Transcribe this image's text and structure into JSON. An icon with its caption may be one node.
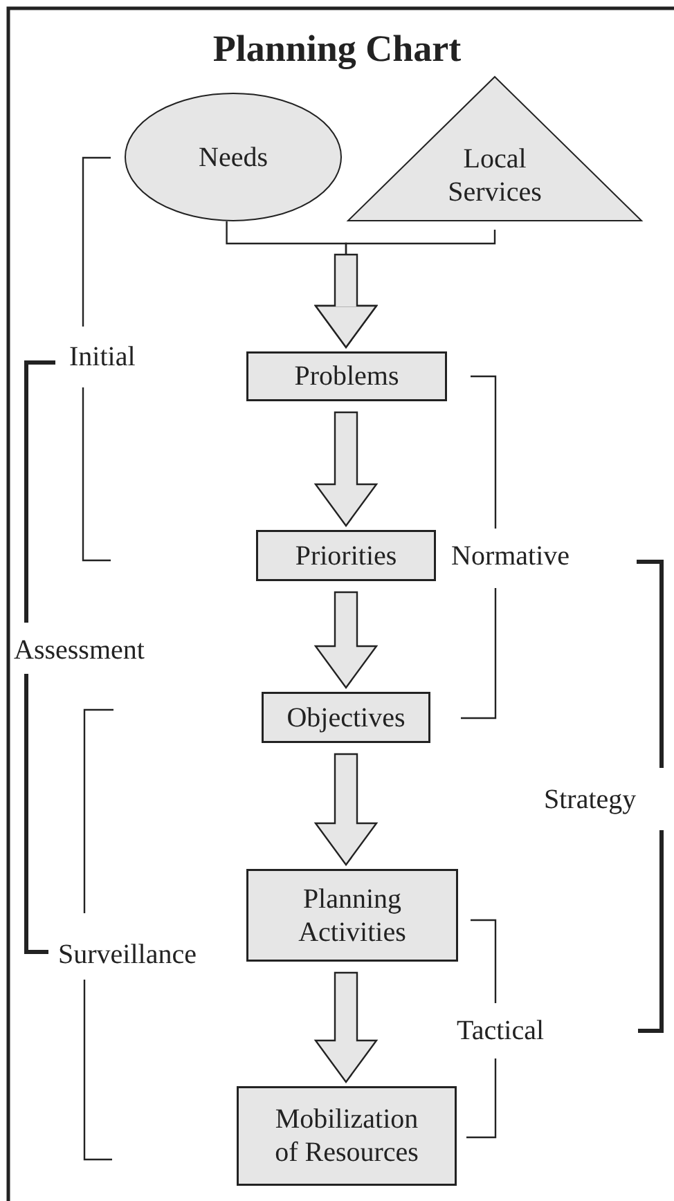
{
  "diagram": {
    "title": "Planning Chart",
    "nodes": [
      {
        "text": [
          "Needs"
        ]
      },
      {
        "text": [
          "Local Services"
        ]
      },
      {
        "text": [
          "Problems"
        ]
      },
      {
        "text": [
          "Priorities"
        ]
      },
      {
        "text": [
          "Objectives"
        ]
      },
      {
        "text": [
          "Planning Activities"
        ]
      },
      {
        "text": [
          "Mobilization of Resources"
        ]
      }
    ],
    "edges": [
      {
        "from": 0,
        "to": 2,
        "arrow": "to"
      },
      {
        "from": 1,
        "to": 2,
        "arrow": "to"
      },
      {
        "from": 2,
        "to": 3,
        "arrow": "to"
      },
      {
        "from": 3,
        "to": 4,
        "arrow": "to"
      },
      {
        "from": 4,
        "to": 5,
        "arrow": "to"
      },
      {
        "from": 5,
        "to": 6,
        "arrow": "to"
      }
    ],
    "labels": [
      "Initial",
      "Normative",
      "Assessment",
      "Strategy",
      "Surveillance",
      "Tactical"
    ]
  }
}
